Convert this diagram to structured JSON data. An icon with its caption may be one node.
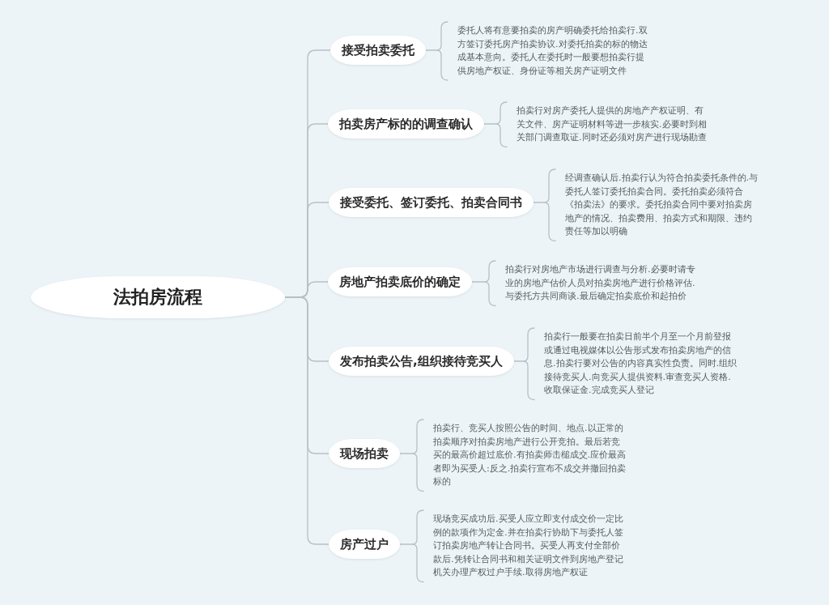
{
  "diagram": {
    "nodes": [
      {
        "text": [
          "法拍房流程"
        ]
      },
      {
        "text": [
          "接受拍卖委托"
        ]
      },
      {
        "text": [
          "委托人将有意要拍卖的房产明确委托给拍卖行.双方签订委托房产拍卖协议.对委托拍卖的标的物达成基本意向。委托人在委托时一般要想拍卖行提供房地产权证、身份证等相关房产证明文件"
        ]
      },
      {
        "text": [
          "拍卖房产标的的调查确认"
        ]
      },
      {
        "text": [
          "拍卖行对房产委托人提供的房地产产权证明、有关文件、房产证明材料等进一步核实.必要时到相关部门调查取证.同时还必须对房产进行现场勘查"
        ]
      },
      {
        "text": [
          "接受委托、签订委托、拍卖合同书"
        ]
      },
      {
        "text": [
          "经调查确认后.拍卖行认为符合拍卖委托条件的.与委托人签订委托拍卖合同。委托拍卖必须符合《拍卖法》的要求。委托拍卖合同中要对拍卖房地产的情况、拍卖费用、拍卖方式和期限、违约责任等加以明确"
        ]
      },
      {
        "text": [
          "房地产拍卖底价的确定"
        ]
      },
      {
        "text": [
          "拍卖行对房地产市场进行调查与分析.必要时请专业的房地产估价人员对拍卖房地产进行价格评估.与委托方共同商谈.最后确定拍卖底价和起拍价"
        ]
      },
      {
        "text": [
          "发布拍卖公告,组织接待竞买人"
        ]
      },
      {
        "text": [
          "拍卖行一般要在拍卖日前半个月至一个月前登报或通过电视媒体以公告形式发布拍卖房地产的信息.拍卖行要对公告的内容真实性负责。同时.组织接待竞买人.向竞买人提供资料.审查竞买人资格.收取保证金.完成竞买人登记"
        ]
      },
      {
        "text": [
          "现场拍卖"
        ]
      },
      {
        "text": [
          "拍卖行、竞买人按照公告的时间、地点.以正常的拍卖顺序对拍卖房地产进行公开竞拍。最后若竞买的最高价超过底价.有拍卖师击槌成交.应价最高者即为买受人:反之.拍卖行宣布不成交并撤回拍卖标的"
        ]
      },
      {
        "text": [
          "房产过户"
        ]
      },
      {
        "text": [
          "现场竞买成功后.买受人应立即支付成交价一定比例的款项作为定金.并在拍卖行协助下与委托人签订拍卖房地产转让合同书。买受人再支付全部价款后.凭转让合同书和相关证明文件到房地产登记机关办理产权过户手续.取得房地产权证"
        ]
      }
    ],
    "edges": [
      {
        "from": 0,
        "to": 1,
        "arrow": "none"
      },
      {
        "from": 0,
        "to": 3,
        "arrow": "none"
      },
      {
        "from": 0,
        "to": 5,
        "arrow": "none"
      },
      {
        "from": 0,
        "to": 7,
        "arrow": "none"
      },
      {
        "from": 0,
        "to": 9,
        "arrow": "none"
      },
      {
        "from": 0,
        "to": 11,
        "arrow": "none"
      },
      {
        "from": 0,
        "to": 13,
        "arrow": "none"
      },
      {
        "from": 1,
        "to": 2,
        "arrow": "none"
      },
      {
        "from": 3,
        "to": 4,
        "arrow": "none"
      },
      {
        "from": 5,
        "to": 6,
        "arrow": "none"
      },
      {
        "from": 7,
        "to": 8,
        "arrow": "none"
      },
      {
        "from": 9,
        "to": 10,
        "arrow": "none"
      },
      {
        "from": 11,
        "to": 12,
        "arrow": "none"
      },
      {
        "from": 13,
        "to": 14,
        "arrow": "none"
      }
    ]
  }
}
